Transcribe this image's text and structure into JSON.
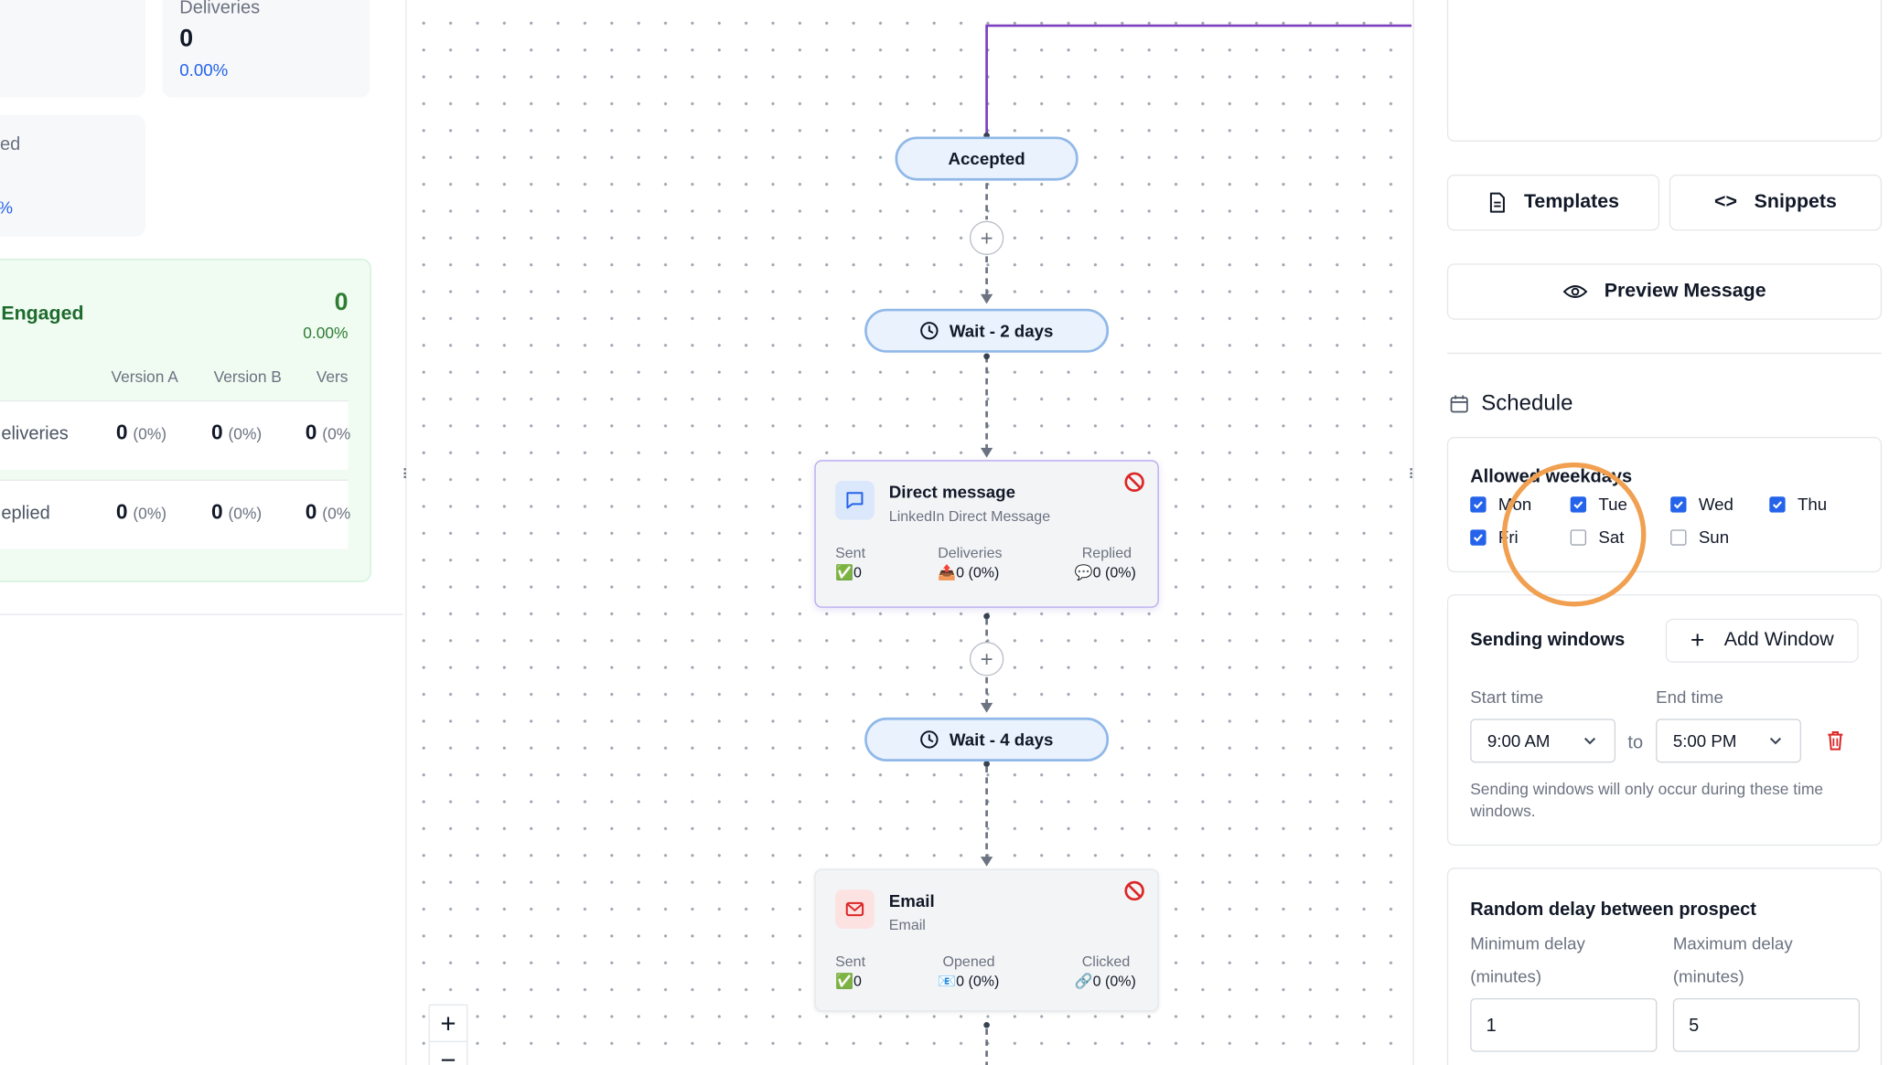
{
  "left_panel": {
    "deliveries_card": {
      "label": "Deliveries",
      "value": "0",
      "pct": "0.00%"
    },
    "partial_card": {
      "label_fragment": "ed",
      "pct_fragment": "%"
    },
    "engaged": {
      "title": "Engaged",
      "count": "0",
      "pct": "0.00%",
      "headers": [
        "Version A",
        "Version B",
        "Vers"
      ],
      "rows": [
        {
          "label": "eliveries",
          "cells": [
            {
              "v": "0",
              "p": "(0%)"
            },
            {
              "v": "0",
              "p": "(0%)"
            },
            {
              "v": "0",
              "p": "(0%"
            }
          ]
        },
        {
          "label": "eplied",
          "cells": [
            {
              "v": "0",
              "p": "(0%)"
            },
            {
              "v": "0",
              "p": "(0%)"
            },
            {
              "v": "0",
              "p": "(0%"
            }
          ]
        }
      ]
    }
  },
  "canvas": {
    "accepted_label": "Accepted",
    "wait1_label": "Wait - 2 days",
    "wait2_label": "Wait - 4 days",
    "dm_node": {
      "title": "Direct message",
      "subtitle": "LinkedIn Direct Message",
      "stats": [
        {
          "label": "Sent",
          "value": "✅0"
        },
        {
          "label": "Deliveries",
          "value": "📤0 (0%)"
        },
        {
          "label": "Replied",
          "value": "💬0 (0%)"
        }
      ]
    },
    "email_node": {
      "title": "Email",
      "subtitle": "Email",
      "stats": [
        {
          "label": "Sent",
          "value": "✅0"
        },
        {
          "label": "Opened",
          "value": "📧0 (0%)"
        },
        {
          "label": "Clicked",
          "value": "🔗0 (0%)"
        }
      ]
    },
    "zoom_in": "+",
    "zoom_out": "−",
    "colors": {
      "branch_line": "#7b3fbf",
      "pill_border": "#90b8e8",
      "pill_bg": "#eaf2fd"
    }
  },
  "right_panel": {
    "templates_label": "Templates",
    "snippets_label": "Snippets",
    "preview_label": "Preview Message",
    "schedule_title": "Schedule",
    "allowed_weekdays_label": "Allowed weekdays",
    "days": [
      {
        "name": "Mon",
        "checked": true
      },
      {
        "name": "Tue",
        "checked": true
      },
      {
        "name": "Wed",
        "checked": true
      },
      {
        "name": "Thu",
        "checked": true
      },
      {
        "name": "Fri",
        "checked": true
      },
      {
        "name": "Sat",
        "checked": false
      },
      {
        "name": "Sun",
        "checked": false
      }
    ],
    "sending_windows_title": "Sending windows",
    "add_window_label": "Add Window",
    "start_time_label": "Start time",
    "end_time_label": "End time",
    "start_time_value": "9:00 AM",
    "end_time_value": "5:00 PM",
    "to_label": "to",
    "windows_note": "Sending windows will only occur during these time windows.",
    "random_delay_title": "Random delay between prospect",
    "min_delay_label": "Minimum delay",
    "max_delay_label": "Maximum delay",
    "minutes_label": "(minutes)",
    "min_delay_value": "1",
    "max_delay_value": "5",
    "accent_color": "#2563eb",
    "delete_color": "#dc2626",
    "highlight_color": "#f0a050"
  }
}
